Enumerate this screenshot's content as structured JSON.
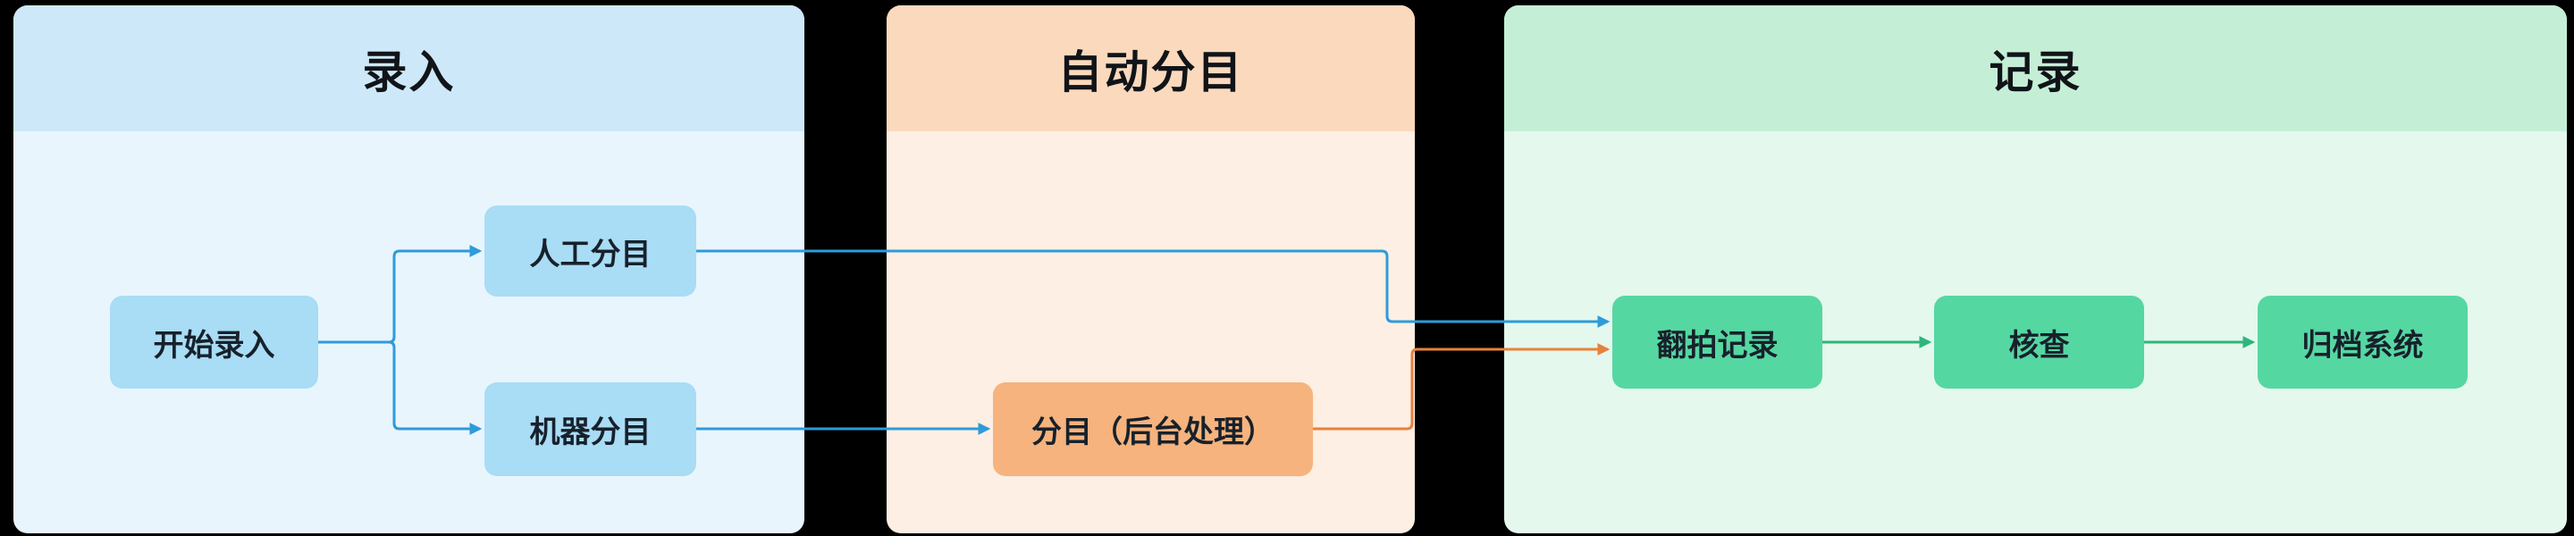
{
  "lanes": [
    {
      "id": "entry",
      "title": "录入"
    },
    {
      "id": "auto",
      "title": "自动分目"
    },
    {
      "id": "record",
      "title": "记录"
    }
  ],
  "nodes": {
    "start": {
      "label": "开始录入",
      "lane": "entry",
      "color": "blue"
    },
    "manual": {
      "label": "人工分目",
      "lane": "entry",
      "color": "blue"
    },
    "machine": {
      "label": "机器分目",
      "lane": "entry",
      "color": "blue"
    },
    "process": {
      "label": "分目（后台处理）",
      "lane": "auto",
      "color": "orange"
    },
    "record": {
      "label": "翻拍记录",
      "lane": "record",
      "color": "green"
    },
    "check": {
      "label": "核查",
      "lane": "record",
      "color": "green"
    },
    "archive": {
      "label": "归档系统",
      "lane": "record",
      "color": "green"
    }
  },
  "edges": [
    {
      "from": "start",
      "to": "manual",
      "color": "blue"
    },
    {
      "from": "start",
      "to": "machine",
      "color": "blue"
    },
    {
      "from": "manual",
      "to": "record",
      "color": "blue"
    },
    {
      "from": "machine",
      "to": "process",
      "color": "blue"
    },
    {
      "from": "process",
      "to": "record",
      "color": "orange"
    },
    {
      "from": "record",
      "to": "check",
      "color": "green"
    },
    {
      "from": "check",
      "to": "archive",
      "color": "green"
    }
  ],
  "colors": {
    "canvas-bg": "#000000",
    "lane-entry-header": "#CDE8F8",
    "lane-entry-body": "#E9F5FD",
    "lane-auto-header": "#FBD9BD",
    "lane-auto-body": "#FDEFE3",
    "lane-record-header": "#C4EFD6",
    "lane-record-body": "#E4F8ED",
    "node-blue": "#A9DCF5",
    "node-orange": "#F6B37E",
    "node-green": "#55D7A2",
    "edge-blue": "#2E9BDB",
    "edge-orange": "#E8813A",
    "edge-green": "#2FB57C",
    "text-dark": "#17212B"
  }
}
